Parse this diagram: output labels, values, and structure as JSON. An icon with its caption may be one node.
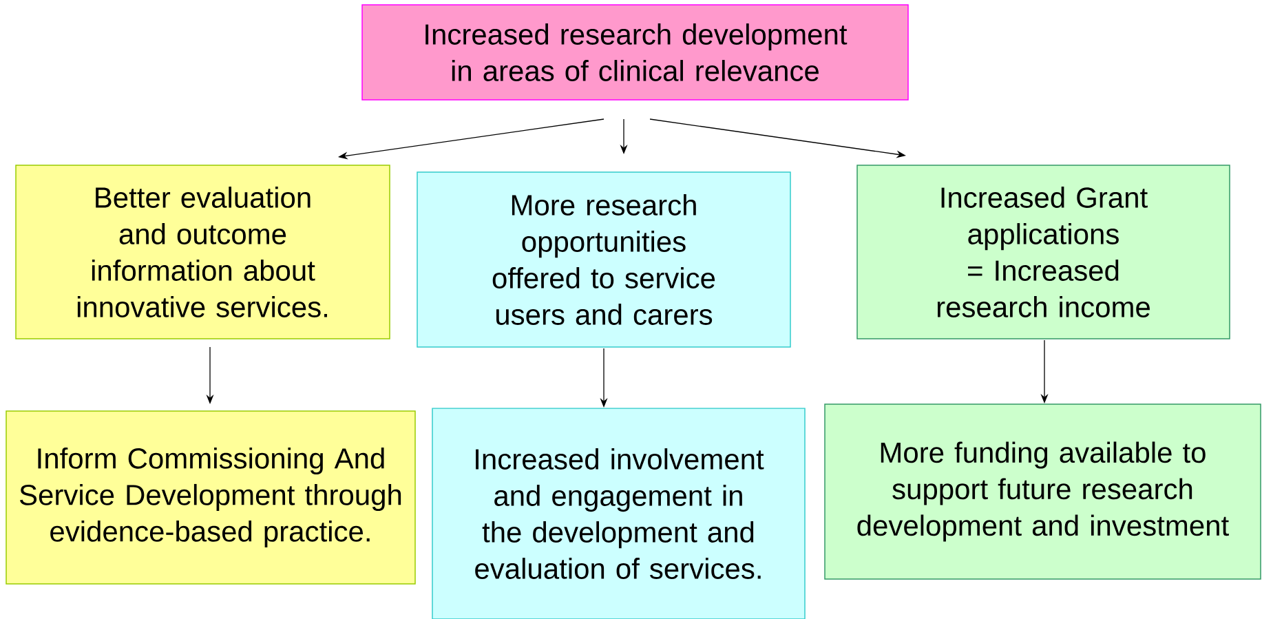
{
  "diagram": {
    "nodes": [
      {
        "text": [
          "Increased research development in areas of clinical relevance"
        ]
      },
      {
        "text": [
          "Better evaluation and outcome information about innovative services."
        ]
      },
      {
        "text": [
          "More research opportunities offered to service users and carers"
        ]
      },
      {
        "text": [
          "Increased Grant applications = Increased research income"
        ]
      },
      {
        "text": [
          "Inform Commissioning And Service Development through evidence-based practice."
        ]
      },
      {
        "text": [
          "Increased involvement and engagement in the development and evaluation of services."
        ]
      },
      {
        "text": [
          "More funding available to support future research development and investment"
        ]
      }
    ],
    "edges": [
      {
        "from": 0,
        "to": 1,
        "arrow": "to"
      },
      {
        "from": 0,
        "to": 2,
        "arrow": "to"
      },
      {
        "from": 0,
        "to": 3,
        "arrow": "to"
      },
      {
        "from": 1,
        "to": 4,
        "arrow": "to"
      },
      {
        "from": 2,
        "to": 5,
        "arrow": "to"
      },
      {
        "from": 3,
        "to": 6,
        "arrow": "to"
      }
    ]
  }
}
